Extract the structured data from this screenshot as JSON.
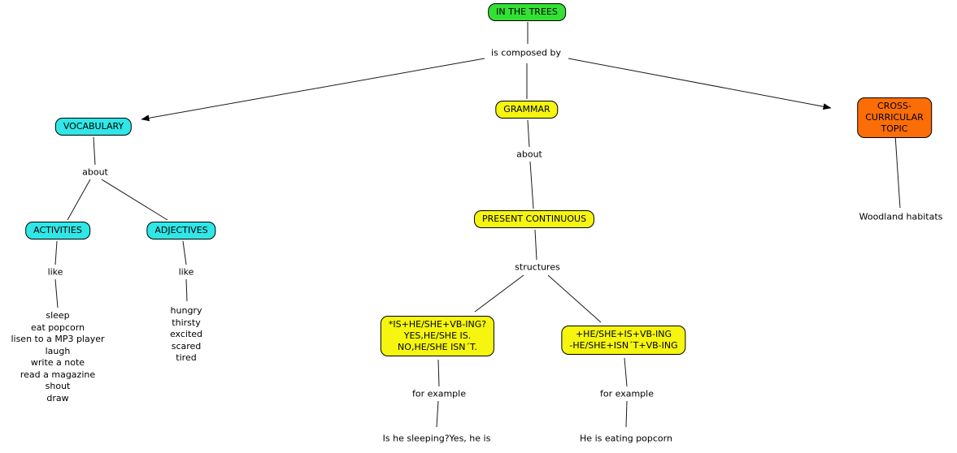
{
  "colors": {
    "root_green": "#33E033",
    "vocab_cyan": "#30E6E6",
    "grammar_yellow": "#F5F50F",
    "topic_orange": "#FB6D07"
  },
  "nodes": {
    "root": {
      "label": "IN THE TREES"
    },
    "vocabulary": {
      "label": "VOCABULARY"
    },
    "grammar": {
      "label": "GRAMMAR"
    },
    "cross_curricular": {
      "label": "CROSS- CURRICULAR\nTOPIC"
    },
    "activities": {
      "label": "ACTIVITIES"
    },
    "adjectives": {
      "label": "ADJECTIVES"
    },
    "present_continuous": {
      "label": "PRESENT CONTINUOUS"
    },
    "structure_question": {
      "label": "*IS+HE/SHE+VB-ING?\nYES,HE/SHE IS.\nNO,HE/SHE ISN´T."
    },
    "structure_statement": {
      "label": "+HE/SHE+IS+VB-ING\n-HE/SHE+ISN´T+VB-ING"
    }
  },
  "links": {
    "is_composed_by": "is composed by",
    "about_vocabulary": "about",
    "about_grammar": "about",
    "like_activities": "like",
    "like_adjectives": "like",
    "structures": "structures",
    "for_example_question": "for example",
    "for_example_statement": "for example"
  },
  "leaves": {
    "activities_list": "sleep\neat popcorn\nlisen to a MP3 player\nlaugh\nwrite a note\nread a magazine\nshout\ndraw",
    "adjectives_list": "hungry\nthirsty\nexcited\nscared\ntired",
    "example_question": "Is he sleeping?Yes, he is",
    "example_statement": "He is eating popcorn",
    "woodland": "Woodland habitats"
  }
}
